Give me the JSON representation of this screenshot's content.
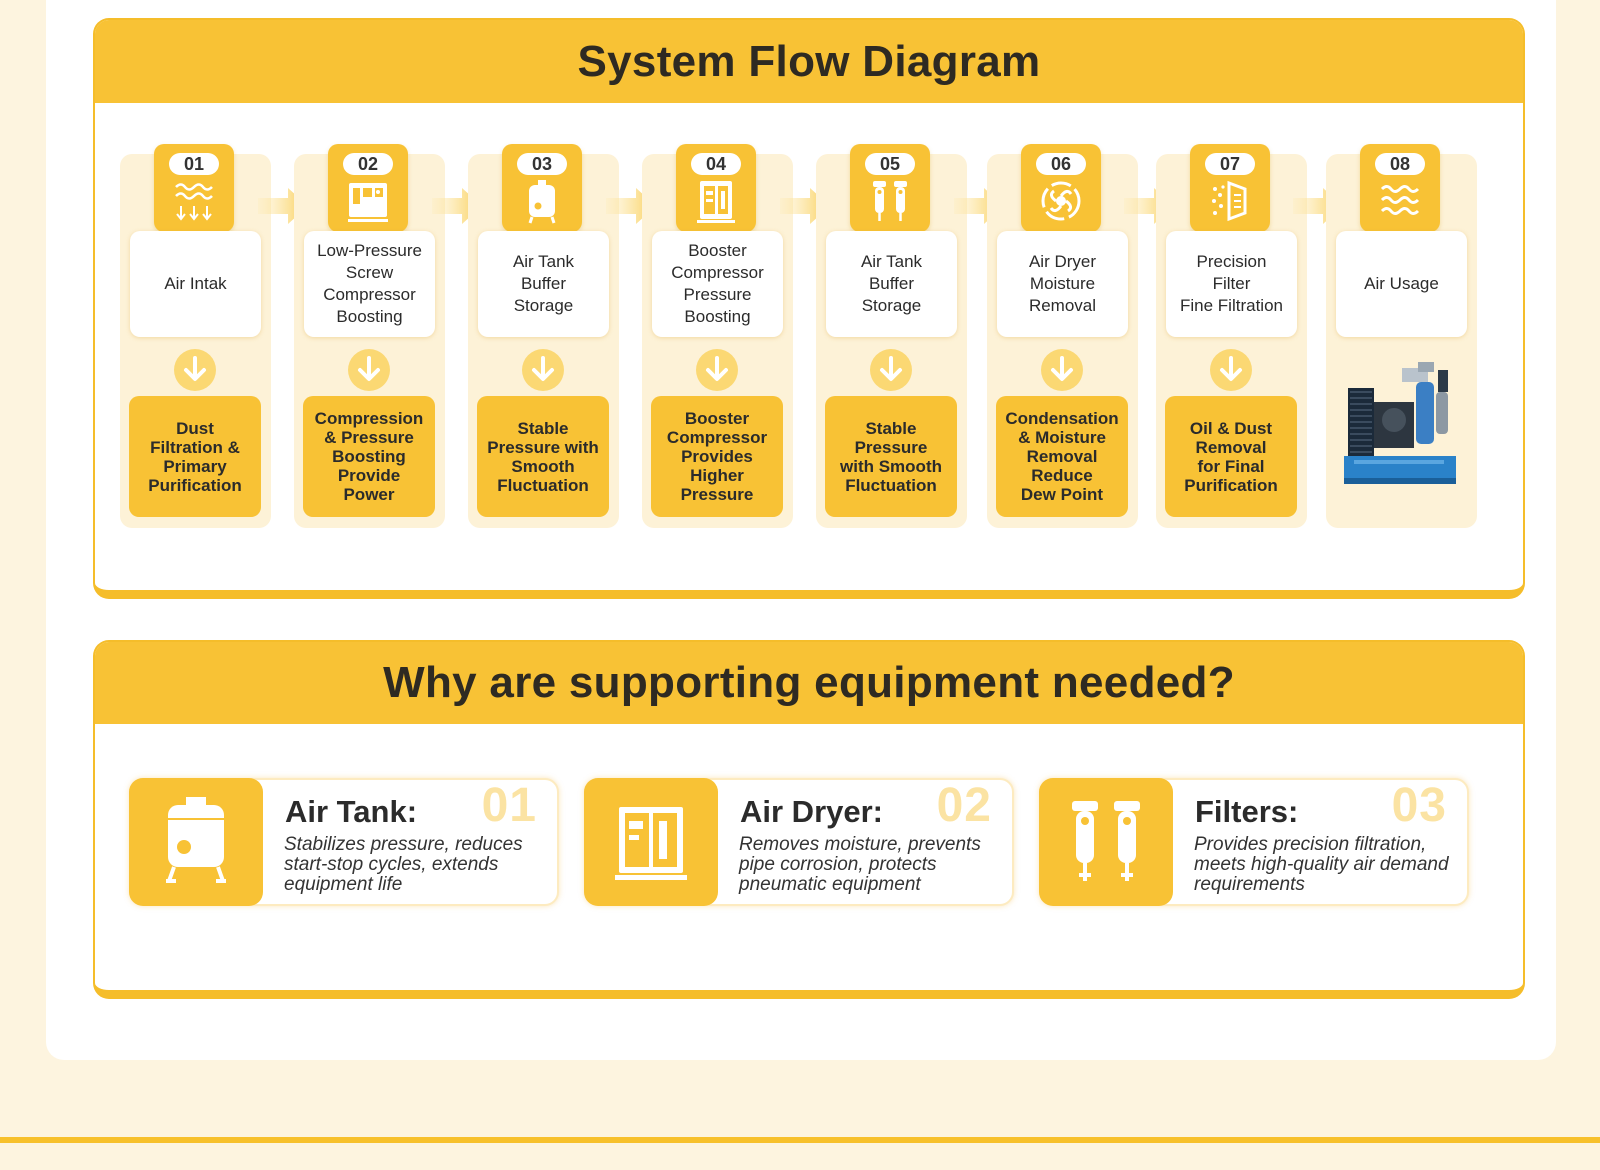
{
  "flow": {
    "title": "System Flow Diagram",
    "steps": [
      {
        "num": "01",
        "icon": "air-waves-icon",
        "label": "Air Intak",
        "desc": "Dust\nFiltration &\nPrimary\nPurification"
      },
      {
        "num": "02",
        "icon": "screw-compressor-icon",
        "label": "Low-Pressure\nScrew\nCompressor\nBoosting",
        "desc": "Compression\n& Pressure\nBoosting\nProvide\nPower"
      },
      {
        "num": "03",
        "icon": "air-tank-icon",
        "label": "Air Tank\nBuffer\nStorage",
        "desc": "Stable\nPressure with\nSmooth\nFluctuation"
      },
      {
        "num": "04",
        "icon": "booster-compressor-icon",
        "label": "Booster\nCompressor\nPressure\nBoosting",
        "desc": "Booster\nCompressor\nProvides\nHigher\nPressure"
      },
      {
        "num": "05",
        "icon": "filter-pair-icon",
        "label": "Air Tank\nBuffer\nStorage",
        "desc": "Stable\nPressure\nwith Smooth\nFluctuation"
      },
      {
        "num": "06",
        "icon": "air-dryer-icon",
        "label": "Air Dryer\nMoisture\nRemoval",
        "desc": "Condensation\n& Moisture\nRemoval\nReduce\nDew Point"
      },
      {
        "num": "07",
        "icon": "precision-filter-icon",
        "label": "Precision\nFilter\nFine Filtration",
        "desc": "Oil & Dust\nRemoval\nfor Final\nPurification"
      },
      {
        "num": "08",
        "icon": "air-usage-waves-icon",
        "label": "Air Usage",
        "desc": ""
      }
    ]
  },
  "why": {
    "title": "Why are supporting equipment needed?",
    "cards": [
      {
        "num": "01",
        "icon": "air-tank-icon",
        "title": "Air Tank:",
        "desc": "Stabilizes pressure, reduces start-stop cycles, extends equipment life"
      },
      {
        "num": "02",
        "icon": "air-dryer-cabinet-icon",
        "title": "Air Dryer:",
        "desc": "Removes moisture, prevents pipe corrosion, protects pneumatic equipment"
      },
      {
        "num": "03",
        "icon": "filter-pair-icon",
        "title": "Filters:",
        "desc": "Provides precision filtration, meets high-quality air demand requirements"
      }
    ]
  },
  "colors": {
    "accent": "#f8c235",
    "light": "#fdf2d7",
    "text": "#2e2a22"
  }
}
